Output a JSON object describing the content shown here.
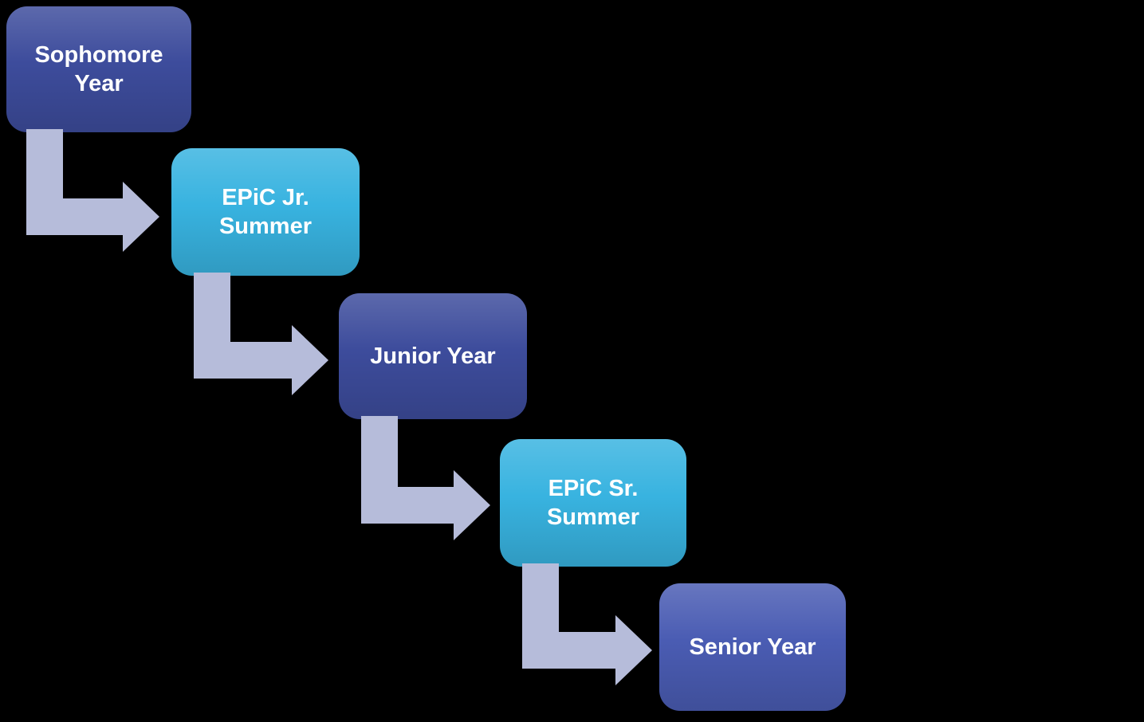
{
  "background_color": "#000000",
  "arrow_color": "#b6bcda",
  "diagram": {
    "type": "step-flowchart",
    "steps": [
      {
        "label": "Sophomore Year",
        "color": "#3d4c9c"
      },
      {
        "label": "EPiC Jr. Summer",
        "color": "#38b3e0"
      },
      {
        "label": "Junior Year",
        "color": "#3d4c9c"
      },
      {
        "label": "EPiC Sr. Summer",
        "color": "#38b3e0"
      },
      {
        "label": "Senior Year",
        "color": "#4a5cb3"
      }
    ]
  }
}
